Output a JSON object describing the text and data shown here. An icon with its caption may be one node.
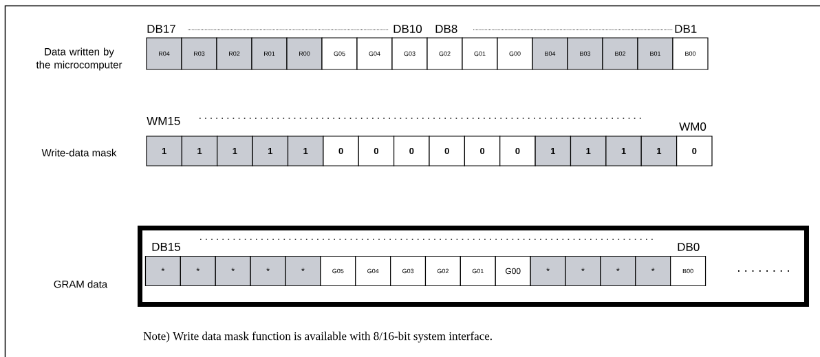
{
  "diagram": {
    "nodes": [
      {
        "text": [
          "R04"
        ]
      },
      {
        "text": [
          "R03"
        ]
      },
      {
        "text": [
          "R02"
        ]
      },
      {
        "text": [
          "R01"
        ]
      },
      {
        "text": [
          "R00"
        ]
      },
      {
        "text": [
          "G05"
        ]
      },
      {
        "text": [
          "G04"
        ]
      },
      {
        "text": [
          "G03"
        ]
      },
      {
        "text": [
          "G02"
        ]
      },
      {
        "text": [
          "G01"
        ]
      },
      {
        "text": [
          "G00"
        ]
      },
      {
        "text": [
          "B04"
        ]
      },
      {
        "text": [
          "B03"
        ]
      },
      {
        "text": [
          "B02"
        ]
      },
      {
        "text": [
          "B01"
        ]
      },
      {
        "text": [
          "B00"
        ]
      },
      {
        "text": [
          "1"
        ]
      },
      {
        "text": [
          "1"
        ]
      },
      {
        "text": [
          "1"
        ]
      },
      {
        "text": [
          "1"
        ]
      },
      {
        "text": [
          "1"
        ]
      },
      {
        "text": [
          "0"
        ]
      },
      {
        "text": [
          "0"
        ]
      },
      {
        "text": [
          "0"
        ]
      },
      {
        "text": [
          "0"
        ]
      },
      {
        "text": [
          "0"
        ]
      },
      {
        "text": [
          "0"
        ]
      },
      {
        "text": [
          "1"
        ]
      },
      {
        "text": [
          "1"
        ]
      },
      {
        "text": [
          "1"
        ]
      },
      {
        "text": [
          "1"
        ]
      },
      {
        "text": [
          "0"
        ]
      },
      {
        "text": [],
        "shape": "box"
      },
      {
        "text": [
          "*"
        ],
        "in": 32
      },
      {
        "text": [
          "*"
        ],
        "in": 32
      },
      {
        "text": [
          "*"
        ],
        "in": 32
      },
      {
        "text": [
          "*"
        ],
        "in": 32
      },
      {
        "text": [
          "*"
        ],
        "in": 32
      },
      {
        "text": [
          "G05"
        ],
        "in": 32
      },
      {
        "text": [
          "G04"
        ],
        "in": 32
      },
      {
        "text": [
          "G03"
        ],
        "in": 32
      },
      {
        "text": [
          "G02"
        ],
        "in": 32
      },
      {
        "text": [
          "G01"
        ],
        "in": 32
      },
      {
        "text": [
          "G00"
        ],
        "in": 32
      },
      {
        "text": [
          "*"
        ],
        "in": 32
      },
      {
        "text": [
          "*"
        ],
        "in": 32
      },
      {
        "text": [
          "*"
        ],
        "in": 32
      },
      {
        "text": [
          "*"
        ],
        "in": 32
      },
      {
        "text": [
          "B00"
        ],
        "in": 32
      }
    ],
    "labels": [
      "DB17",
      "DB10",
      "DB8",
      "DB1",
      "Data written by the microcomputer",
      "WM15",
      "WM0",
      "Write-data mask",
      "DB15",
      "DB0",
      "GRAM data",
      "Note) Write data mask function is available with 8/16-bit system interface."
    ]
  }
}
